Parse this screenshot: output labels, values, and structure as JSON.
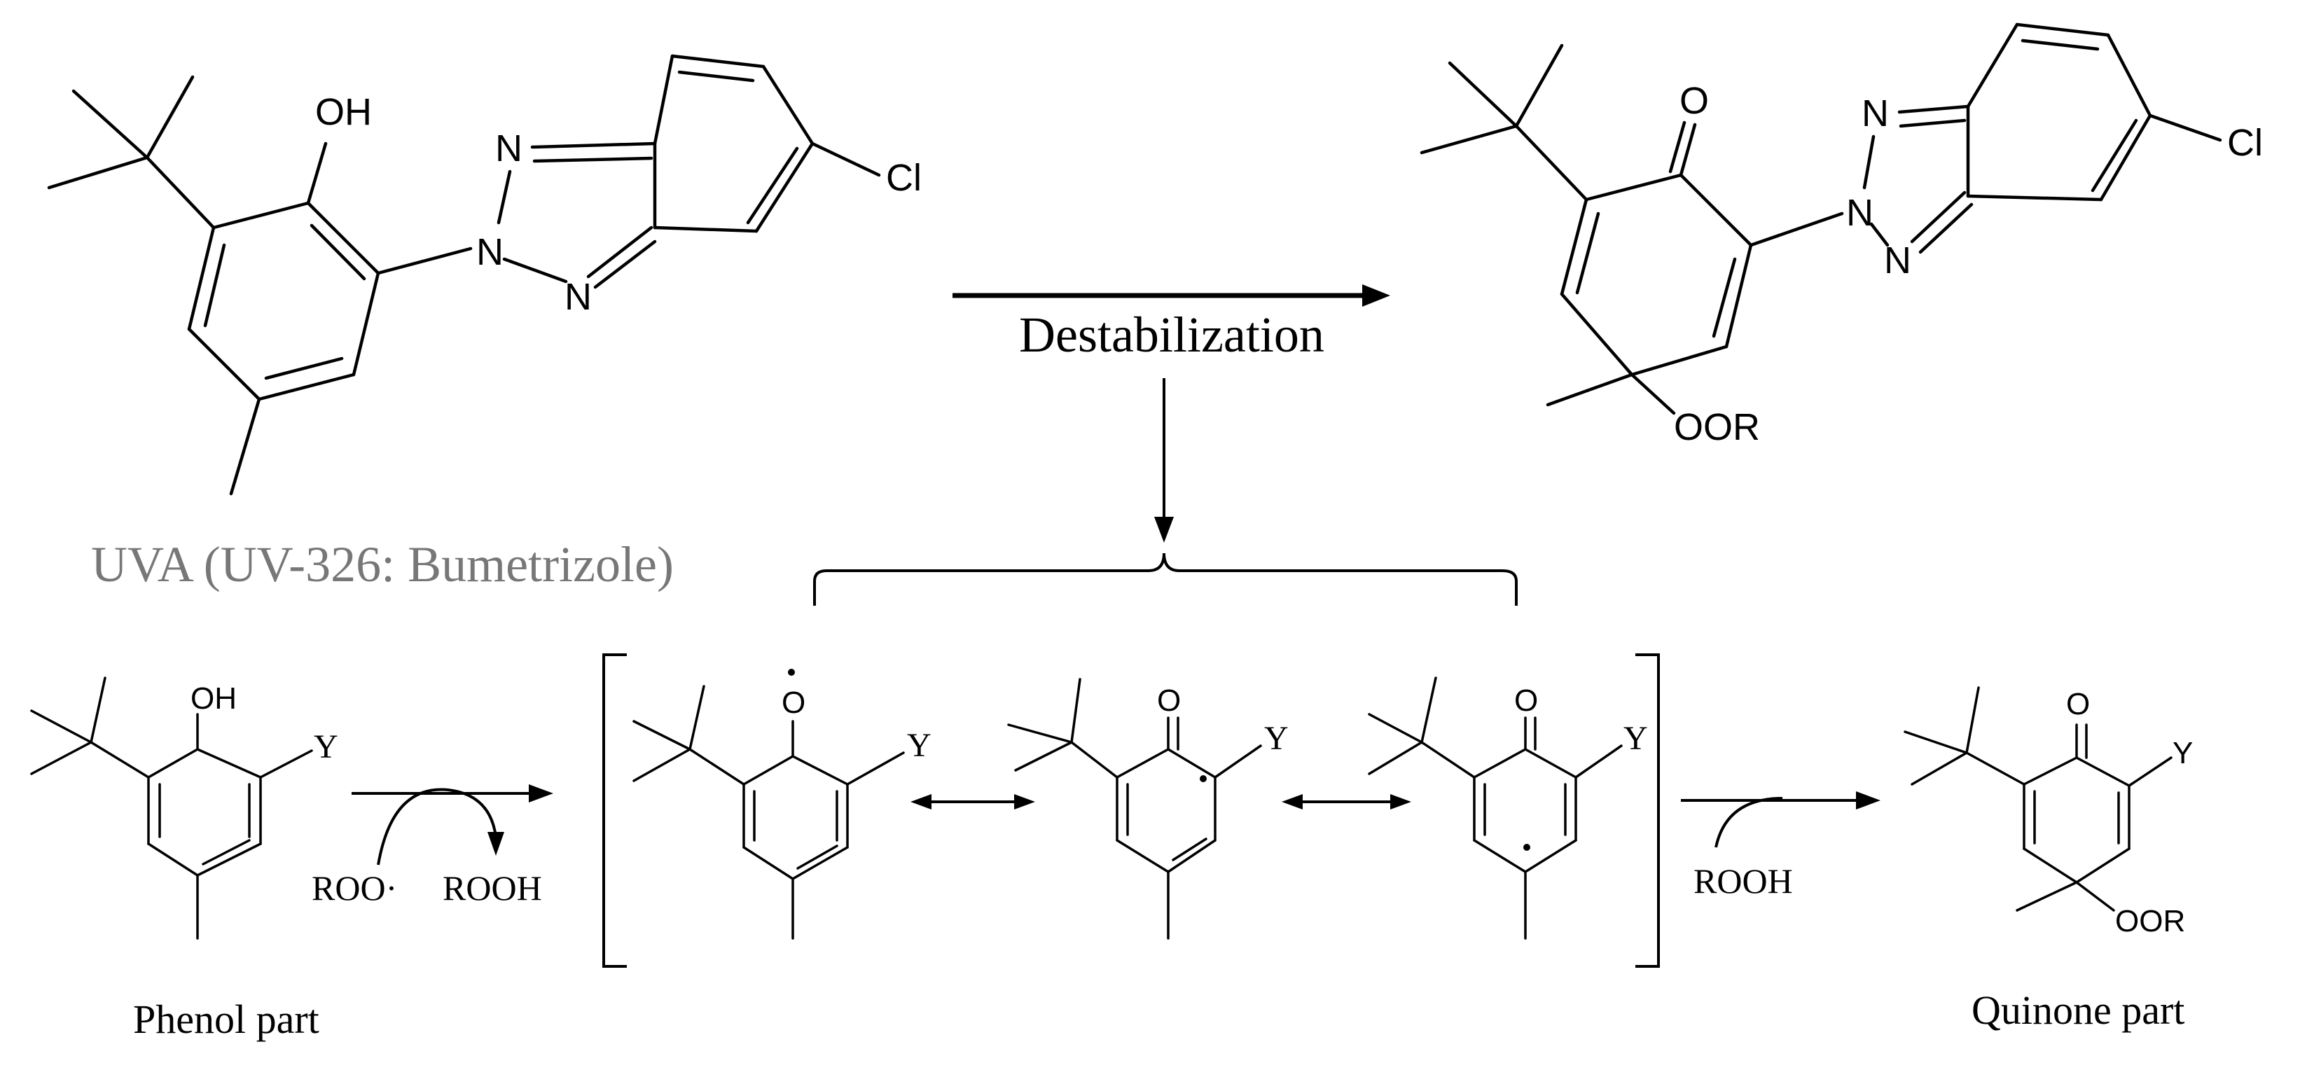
{
  "labels": {
    "uva_caption": "UVA (UV-326: Bumetrizole)",
    "arrow_destabilization": "Destabilization",
    "phenol_part": "Phenol part",
    "quinone_part": "Quinone part",
    "reagent_roo": "ROO·",
    "reagent_rooh_1": "ROOH",
    "reagent_rooh_2": "ROOH"
  },
  "atoms": {
    "oh": "OH",
    "o": "O",
    "n": "N",
    "cl": "Cl",
    "y": "Y",
    "oor": "OOR"
  },
  "colors": {
    "ink": "#000000",
    "caption_gray": "#777777"
  }
}
